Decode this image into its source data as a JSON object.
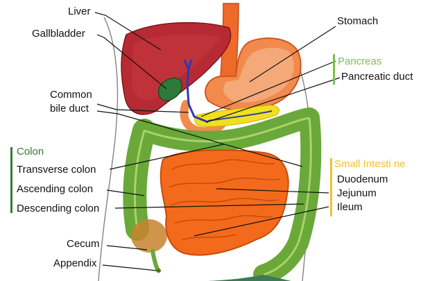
{
  "labels": {
    "liver": "Liver",
    "gallbladder": "Gallbladder",
    "common_bile_duct_1": "Common",
    "common_bile_duct_2": "bile duct",
    "stomach": "Stomach",
    "pancreas": "Pancreas",
    "pancreatic_duct": "Pancreatic duct",
    "colon": "Colon",
    "transverse_colon": "Transverse colon",
    "ascending_colon": "Ascending colon",
    "descending_colon": "Descending colon",
    "cecum": "Cecum",
    "appendix": "Appendix",
    "small_intestine": "Small Intesti ne",
    "duodenum": "Duodenum",
    "jejunum": "Jejunum",
    "ileum": "Ileum"
  },
  "colors": {
    "liver": "#b82a33",
    "gallbladder": "#2f7a3a",
    "stomach": "#f28a4e",
    "bile_duct": "#2a3bb0",
    "pancreas": "#f2e020",
    "colon": "#6aa83a",
    "small_intestine": "#f36a1c",
    "colon_group": "#2e7d32",
    "pancreas_group": "#7cc242",
    "small_intestine_group": "#f2c12e"
  }
}
